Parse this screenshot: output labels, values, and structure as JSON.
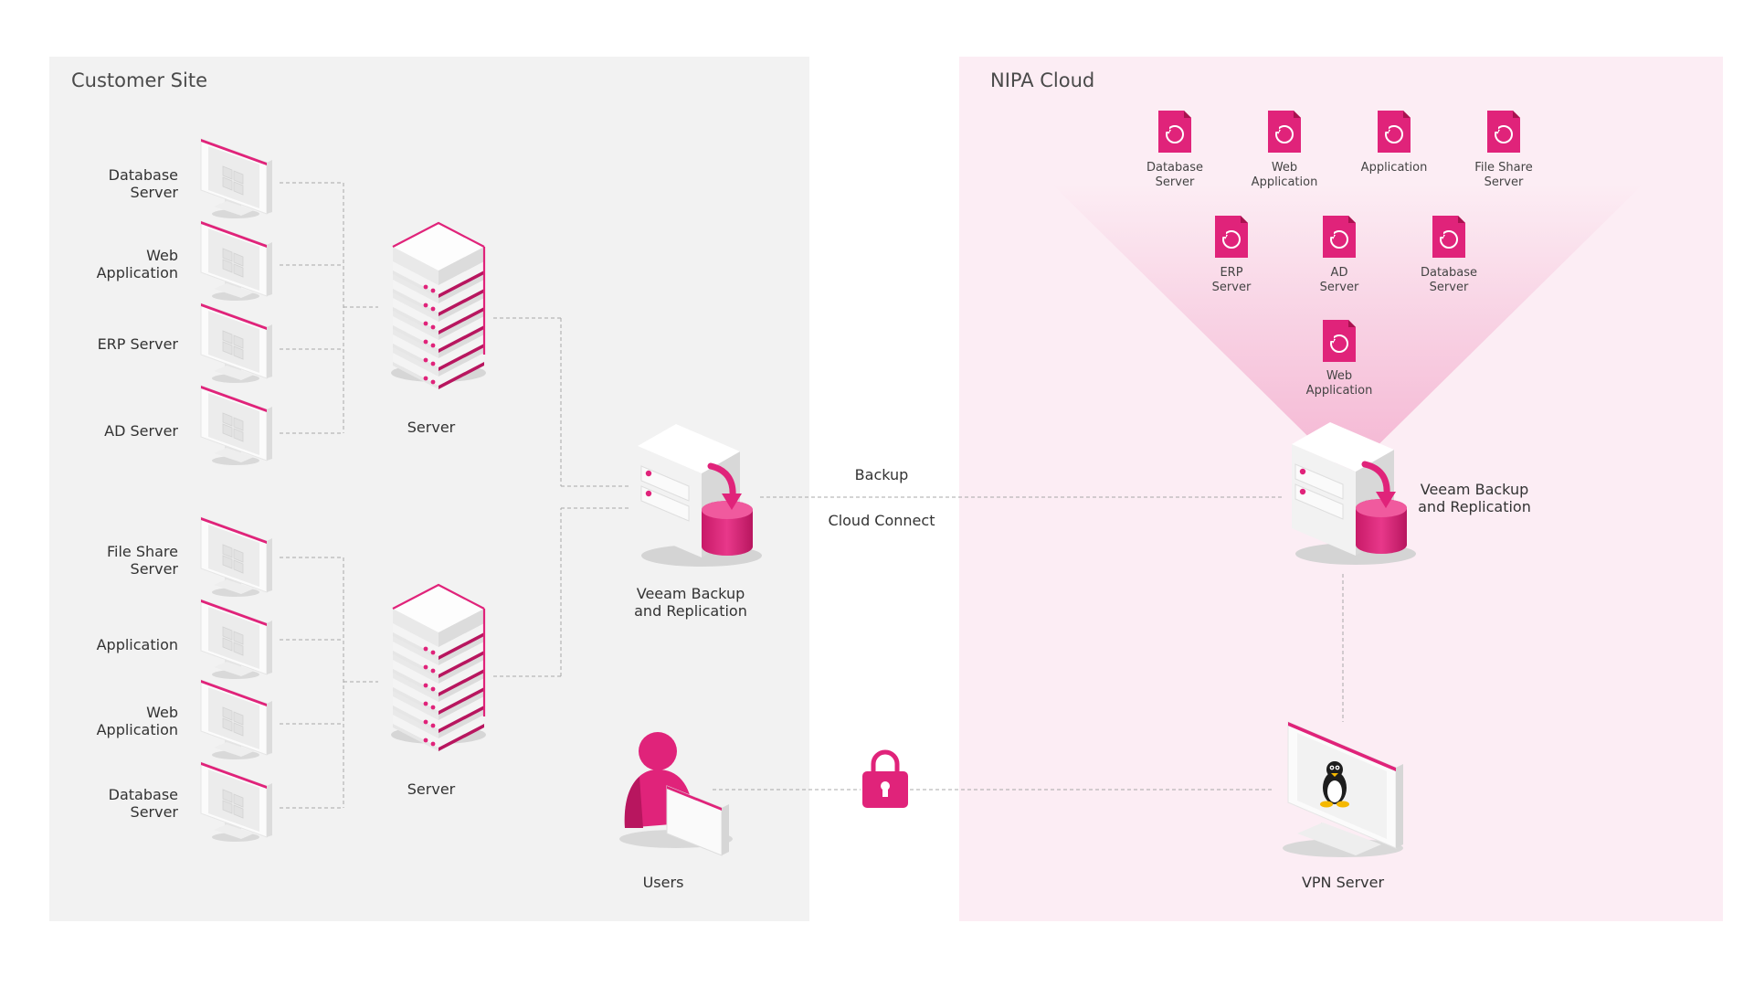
{
  "customer_site": {
    "title": "Customer Site",
    "group1": [
      "Database\nServer",
      "Web\nApplication",
      "ERP Server",
      "AD Server"
    ],
    "group2": [
      "File Share\nServer",
      "Application",
      "Web\nApplication",
      "Database\nServer"
    ],
    "server1_label": "Server",
    "server2_label": "Server",
    "veeam_label": "Veeam Backup\nand Replication",
    "users_label": "Users"
  },
  "links": {
    "backup": "Backup",
    "cloud_connect": "Cloud Connect"
  },
  "nipa_cloud": {
    "title": "NIPA Cloud",
    "replicas": [
      "Database\nServer",
      "Web\nApplication",
      "Application",
      "File Share\nServer",
      "ERP\nServer",
      "AD\nServer",
      "Database\nServer",
      "Web\nApplication"
    ],
    "veeam_label": "Veeam Backup\nand Replication",
    "vpn_label": "VPN Server"
  },
  "colors": {
    "accent": "#e0237a",
    "accent_dark": "#b8165f",
    "customer_bg": "#f2f2f2",
    "cloud_bg": "#fcedf4",
    "line": "#aaaaaa"
  },
  "icons": {
    "monitor": "monitor-icon",
    "rack": "server-rack-icon",
    "tower": "backup-server-icon",
    "vm": "vm-replica-icon",
    "user": "user-icon",
    "lock": "lock-icon",
    "linux": "linux-tux-icon"
  }
}
